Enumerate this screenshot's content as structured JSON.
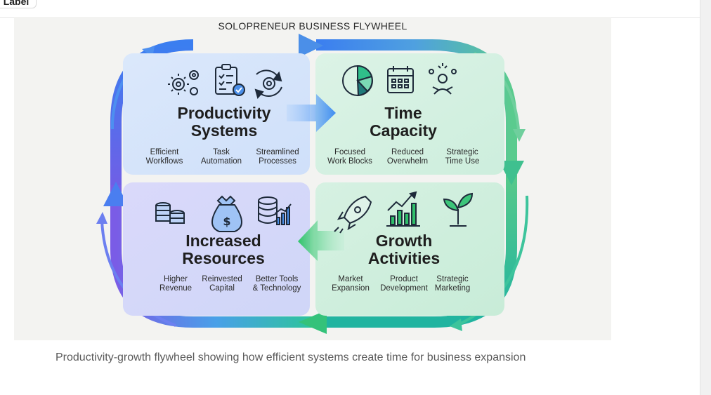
{
  "chrome": {
    "chip_label": "Label"
  },
  "figure": {
    "title": "SOLOPRENEUR BUSINESS FLYWHEEL",
    "quadrants": [
      {
        "key": "productivity",
        "title_line1": "Productivity",
        "title_line2": "Systems",
        "color": "#3f7fe8",
        "icons": [
          "gears-icon",
          "checklist-icon",
          "refresh-gear-icon"
        ],
        "items": [
          {
            "line1": "Efficient",
            "line2": "Workflows"
          },
          {
            "line1": "Task",
            "line2": "Automation"
          },
          {
            "line1": "Streamlined",
            "line2": "Processes"
          }
        ]
      },
      {
        "key": "time",
        "title_line1": "Time",
        "title_line2": "Capacity",
        "color": "#4fc483",
        "icons": [
          "pie-clock-icon",
          "calendar-icon",
          "person-ideas-icon"
        ],
        "items": [
          {
            "line1": "Focused",
            "line2": "Work Blocks"
          },
          {
            "line1": "Reduced",
            "line2": "Overwhelm"
          },
          {
            "line1": "Strategic",
            "line2": "Time Use"
          }
        ]
      },
      {
        "key": "resources",
        "title_line1": "Increased",
        "title_line2": "Resources",
        "color": "#6b63e6",
        "icons": [
          "coin-stack-icon",
          "money-bag-icon",
          "database-chart-icon"
        ],
        "items": [
          {
            "line1": "Higher",
            "line2": "Revenue"
          },
          {
            "line1": "Reinvested",
            "line2": "Capital"
          },
          {
            "line1": "Better Tools",
            "line2": "& Technology"
          }
        ]
      },
      {
        "key": "growth",
        "title_line1": "Growth",
        "title_line2": "Activities",
        "color": "#2fbf6a",
        "icons": [
          "rocket-icon",
          "growth-chart-icon",
          "sprout-icon"
        ],
        "items": [
          {
            "line1": "Market",
            "line2": "Expansion"
          },
          {
            "line1": "Product",
            "line2": "Development"
          },
          {
            "line1": "Strategic",
            "line2": "Marketing"
          }
        ]
      }
    ]
  },
  "caption": "Productivity-growth flywheel showing how efficient systems create time for business expansion"
}
